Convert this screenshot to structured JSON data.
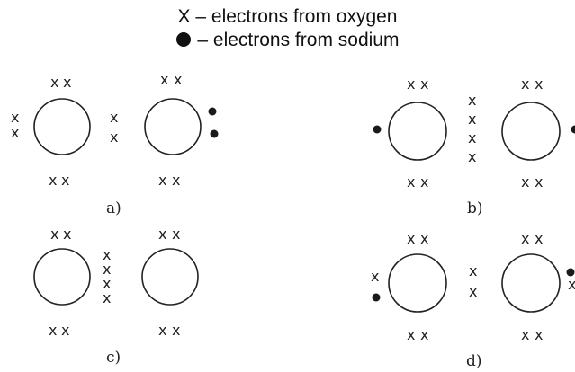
{
  "legend": {
    "cross_symbol": "X",
    "cross_text": "– electrons from oxygen",
    "dot_text": "– electrons from sodium"
  },
  "electron_symbol": "x",
  "options": {
    "a": {
      "label": "a)"
    },
    "b": {
      "label": "b)"
    },
    "c": {
      "label": "c)"
    },
    "d": {
      "label": "d)"
    }
  },
  "colors": {
    "ink": "#222222",
    "background": "#ffffff"
  }
}
